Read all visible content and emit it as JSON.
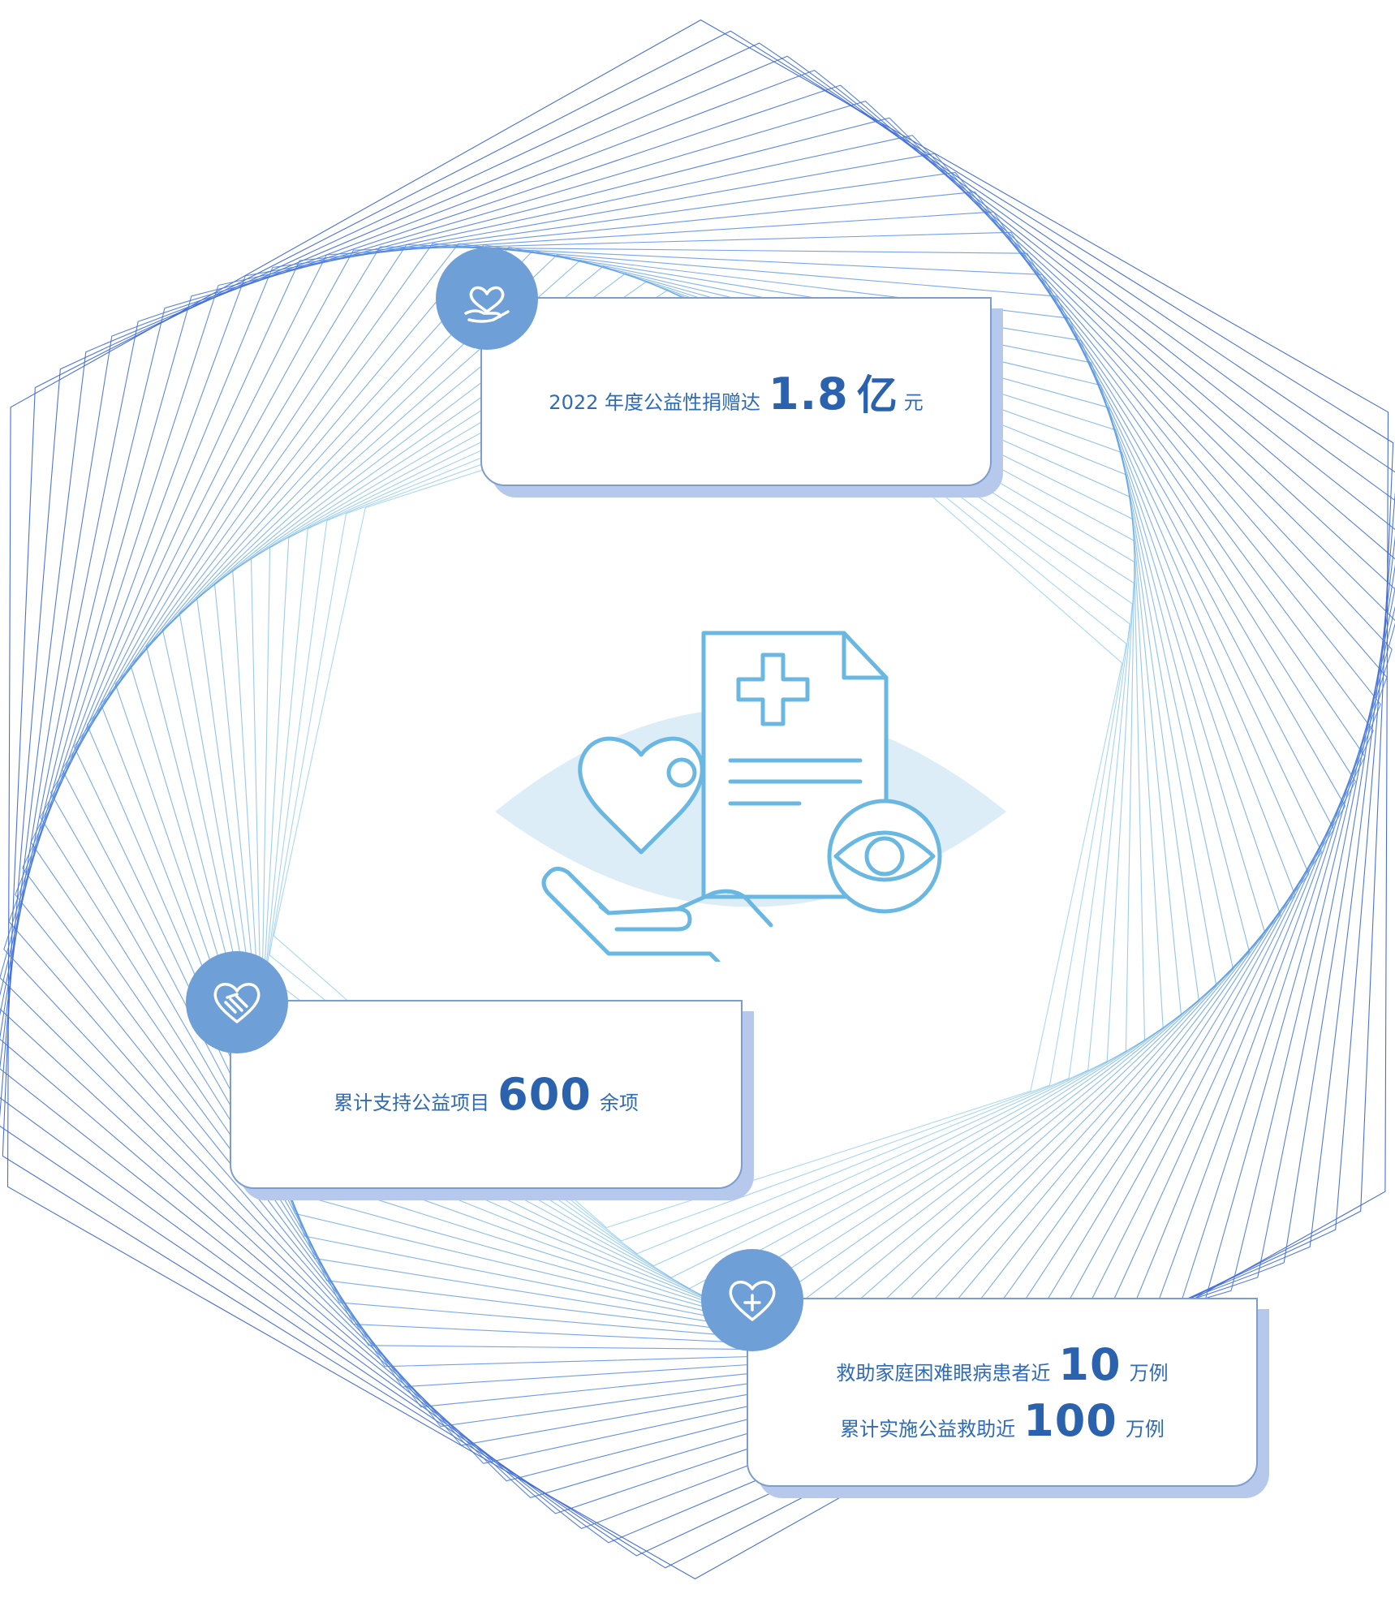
{
  "colors": {
    "accent": "#2b62ae",
    "text": "#2f6bb7",
    "badge": "#6e9fd6",
    "card_border": "#7d9dcf",
    "card_shadow": "#b6c9ec",
    "line_light": "#6fd3ec",
    "line_dark": "#3d66d6",
    "illustration_stroke": "#6ab8e2",
    "illustration_fill": "#dcedf8"
  },
  "cards": {
    "donation": {
      "icon": "heart-hand-icon",
      "prefix": "2022 年度公益性捐赠达",
      "value": "1.8",
      "unit_big": "亿",
      "unit": "元"
    },
    "projects": {
      "icon": "handshake-heart-icon",
      "prefix": "累计支持公益项目",
      "value": "600",
      "unit": "余项"
    },
    "patients": {
      "icon": "heart-plus-icon",
      "line1": {
        "prefix": "救助家庭困难眼病患者近",
        "value": "10",
        "unit": "万例"
      },
      "line2": {
        "prefix": "累计实施公益救助近",
        "value": "100",
        "unit": "万例"
      }
    }
  },
  "illustration": {
    "icon": "medical-charity-eye-icon"
  }
}
